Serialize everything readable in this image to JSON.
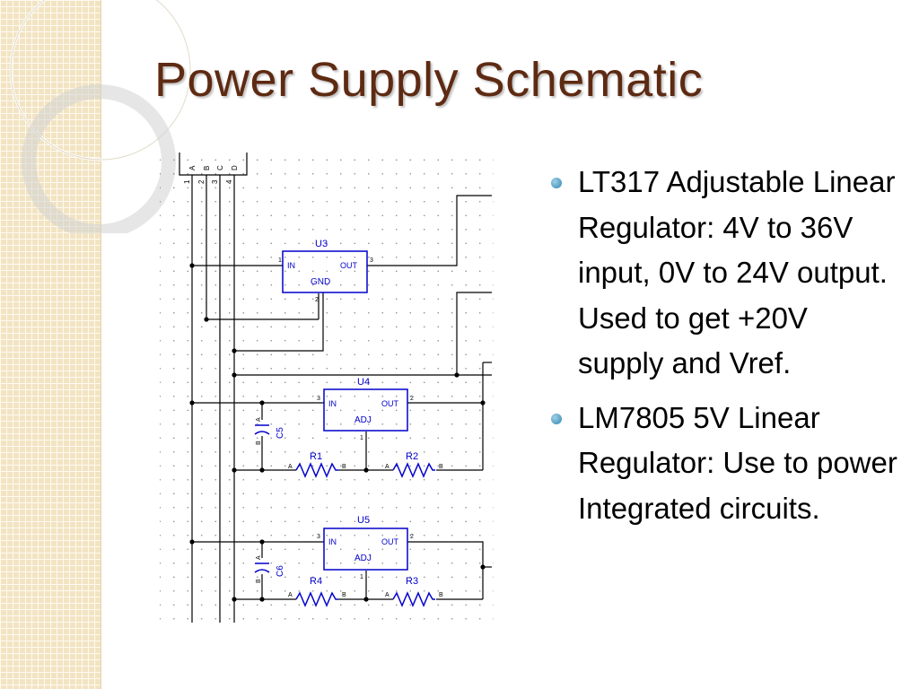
{
  "slide": {
    "title": "Power Supply Schematic",
    "accent_color": "#5e2a12",
    "sidebar_color": "#f2e4c3",
    "bullets": [
      {
        "text": "LT317 Adjustable Linear Regulator: 4V to 36V input, 0V to 24V output. Used to get +20V supply and Vref.",
        "icon": "bullet-dot-icon"
      },
      {
        "text": "LM7805 5V Linear Regulator: Use to power Integrated circuits.",
        "icon": "bullet-dot-icon"
      }
    ]
  },
  "schematic": {
    "wire_color": "#000000",
    "component_color": "#0000cc",
    "connector": {
      "pins": [
        "1",
        "2",
        "3",
        "4"
      ],
      "letters": [
        "A",
        "B",
        "C",
        "D"
      ]
    },
    "u3": {
      "ref": "U3",
      "in": "IN",
      "out": "OUT",
      "mid": "GND",
      "pin_in": "1",
      "pin_out": "3",
      "pin_mid": "2"
    },
    "u4": {
      "ref": "U4",
      "in": "IN",
      "out": "OUT",
      "mid": "ADJ",
      "pin_in": "3",
      "pin_out": "2",
      "pin_mid": "1"
    },
    "u5": {
      "ref": "U5",
      "in": "IN",
      "out": "OUT",
      "mid": "ADJ",
      "pin_in": "3",
      "pin_out": "2",
      "pin_mid": "1"
    },
    "c5": {
      "ref": "C5",
      "a": "A",
      "b": "B"
    },
    "c6": {
      "ref": "C6",
      "a": "A",
      "b": "B"
    },
    "r1": {
      "ref": "R1",
      "a": "A",
      "b": "B"
    },
    "r2": {
      "ref": "R2",
      "a": "A",
      "b": "B"
    },
    "r4": {
      "ref": "R4",
      "a": "A",
      "b": "B"
    },
    "r3": {
      "ref": "R3",
      "a": "A",
      "b": "B"
    }
  }
}
